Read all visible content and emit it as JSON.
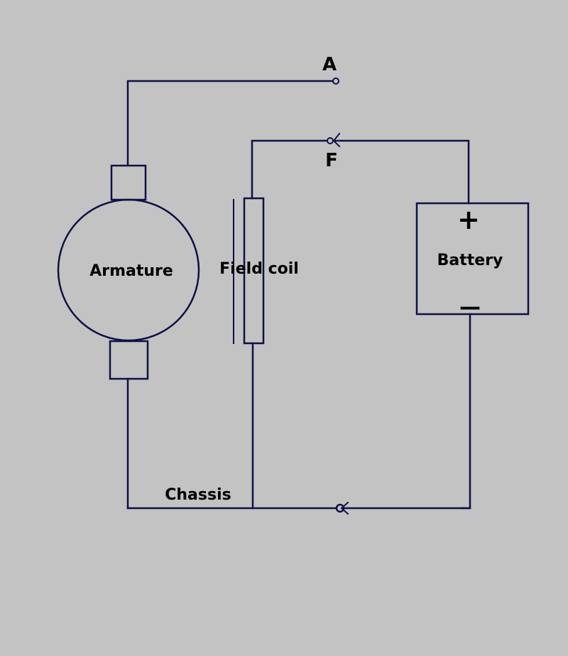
{
  "diagram": {
    "colors": {
      "background": "#c3c3c3",
      "line": "#0e1145",
      "text": "#000000"
    },
    "labels": {
      "terminal_a": "A",
      "terminal_f": "F",
      "armature": "Armature",
      "field_coil": "Field coil",
      "battery": "Battery",
      "battery_plus": "+",
      "battery_minus": "—",
      "chassis": "Chassis"
    }
  }
}
